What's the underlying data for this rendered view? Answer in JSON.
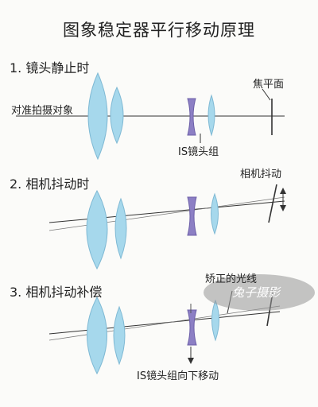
{
  "title": "图象稳定器平行移动原理",
  "sections": [
    {
      "step": "1. 镜头静止时",
      "object_label": "对准拍摄对象",
      "focal_label": "焦平面",
      "is_group_label": "IS镜头组"
    },
    {
      "step": "2. 相机抖动时",
      "shake_label": "相机抖动"
    },
    {
      "step": "3. 相机抖动补偿",
      "ray_label": "矫正的光线",
      "move_label": "IS镜头组向下移动"
    }
  ],
  "watermark": "兔子摄影",
  "colors": {
    "front_lens": "#a6d8ec",
    "rear_lens": "#a6d8ec",
    "is_lens": "#8c7fc4",
    "line": "#333333"
  }
}
